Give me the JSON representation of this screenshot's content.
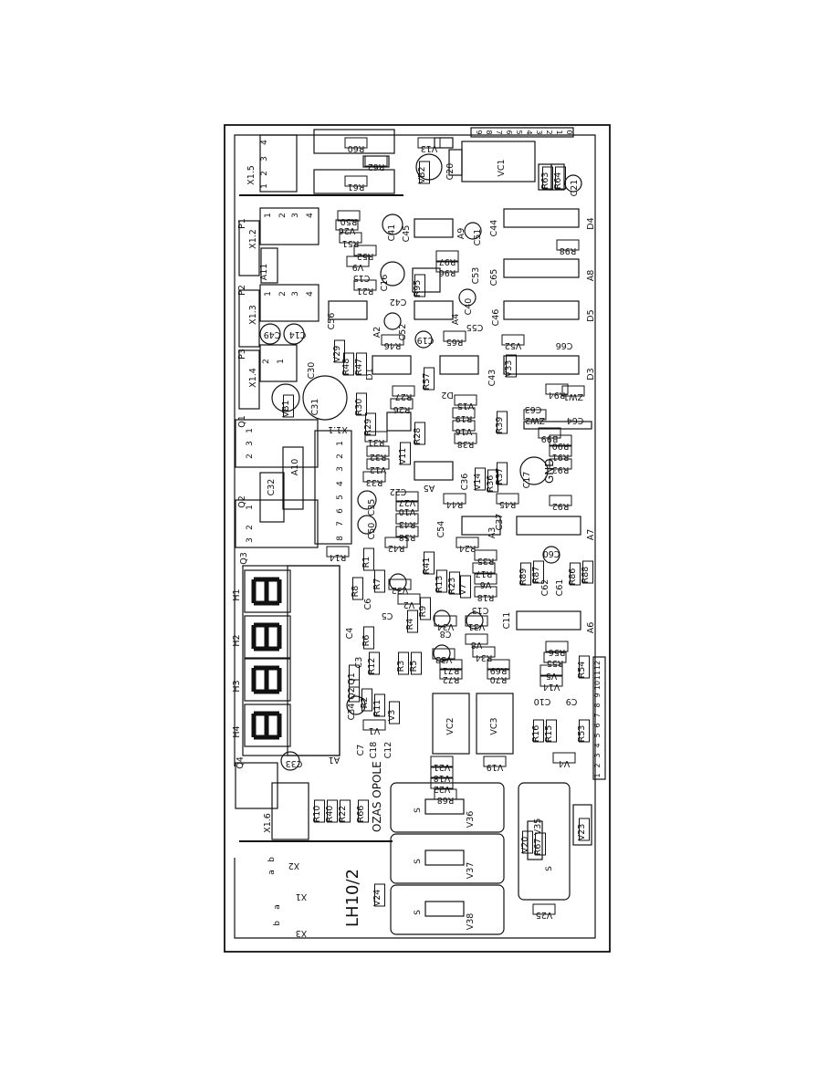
{
  "board": {
    "title": "LH10/2",
    "maker": "OZAS OPOLE",
    "gnd": "GND"
  },
  "connectors": {
    "x1_5": "X1.5",
    "x1_2": "X1.2",
    "x1_3": "X1.3",
    "x1_4": "X1.4",
    "x1_1": "X1.1",
    "x1_6": "X1.6",
    "x1": "X1",
    "x2": "X2",
    "x3": "X3",
    "pin_a": "a",
    "pin_b": "b",
    "n1": "1",
    "n2": "2",
    "n3": "3",
    "n4": "4",
    "n5": "5",
    "n6": "6",
    "n7": "7",
    "n8": "8",
    "top_strip": [
      "9",
      "8",
      "7",
      "6",
      "5",
      "4",
      "3",
      "2",
      "1",
      "0"
    ],
    "bottom_strip": [
      "1",
      "2",
      "3",
      "4",
      "5",
      "6",
      "7",
      "8",
      "9",
      "10",
      "11",
      "12"
    ]
  },
  "displays": {
    "h1": "H1",
    "h2": "H2",
    "h3": "H3",
    "h4": "H4",
    "a1": "A1"
  },
  "modules": {
    "vc1": "VC1",
    "vc2": "VC2",
    "vc3": "VC3",
    "a10": "A10",
    "a11": "A11"
  },
  "transistors": {
    "q1": "Q1",
    "q2": "Q2",
    "q3": "Q3",
    "q4": "Q4",
    "p1": "P1",
    "p2": "P2",
    "p3": "P3"
  },
  "ics": {
    "d1": "D1",
    "d2": "D2",
    "d3": "D3",
    "d4": "D4",
    "d5": "D5",
    "a2": "A2",
    "a3": "A3",
    "a4": "A4",
    "a5": "A5",
    "a6": "A6",
    "a7": "A7",
    "a8": "A8",
    "a9": "A9"
  },
  "triacs": {
    "v36": "V36",
    "v37": "V37",
    "v38": "V38",
    "v35": "V35",
    "s": "S"
  },
  "resistors": {
    "r60": "R60",
    "r61": "R61",
    "r62": "R62",
    "r63": "R63",
    "r64": "R64",
    "r50": "R50",
    "r51": "R51",
    "r52": "R52",
    "r21": "R21",
    "r97": "R97",
    "r96": "R96",
    "r95": "R95",
    "r98": "R98",
    "r46": "R46",
    "r65": "R65",
    "r48": "R48",
    "r47": "R47",
    "r57": "R57",
    "r27": "R27",
    "r26": "R26",
    "r94": "R94",
    "r30": "R30",
    "r29": "R29",
    "r28": "R28",
    "r19": "R19",
    "r39": "R39",
    "r38": "R38",
    "r31": "R31",
    "r32": "R32",
    "r33": "R33",
    "r37": "R37",
    "r36": "R36",
    "r90": "R90",
    "r91": "R91",
    "r93": "R93",
    "r44": "R44",
    "r45": "R45",
    "r92": "R92",
    "r43": "R43",
    "r58": "R58",
    "r42": "R42",
    "r14": "R14",
    "r24": "R24",
    "r35": "R35",
    "r1": "R1",
    "r7": "R7",
    "r8": "R8",
    "r41": "R41",
    "r13": "R13",
    "r23": "R23",
    "r17": "R17",
    "r18": "R18",
    "r89": "R89",
    "r87": "R87",
    "r86": "R86",
    "r88": "R88",
    "r9": "R9",
    "r4": "R4",
    "r6": "R6",
    "r12": "R12",
    "r3": "R3",
    "r5": "R5",
    "r34": "R34",
    "r56": "R56",
    "r55": "R55",
    "r54": "R54",
    "r72": "R72",
    "r71": "R71",
    "r70": "R70",
    "r69": "R69",
    "r2": "R2",
    "r11": "R11",
    "r16": "R16",
    "r15": "R15",
    "r53": "R53",
    "r68": "R68",
    "r10": "R10",
    "r40": "R40",
    "r22": "R22",
    "r66": "R66",
    "r67": "R67"
  },
  "capacitors": {
    "c20": "C20",
    "c21": "C21",
    "c41": "C41",
    "c45": "C45",
    "c44": "C44",
    "c51": "C51",
    "c15": "C15",
    "c16": "C16",
    "c42": "C42",
    "c53": "C53",
    "c65": "C65",
    "c56": "C56",
    "c49": "C49",
    "c14": "C14",
    "c52": "C52",
    "c40": "C40",
    "c46": "C46",
    "c55": "C55",
    "c19": "C19",
    "c66": "C66",
    "c30": "C30",
    "c31": "C31",
    "c43": "C43",
    "c63": "C63",
    "c64": "C64",
    "c36": "C36",
    "c17": "C17",
    "c32": "C32",
    "c22": "C22",
    "c35": "C35",
    "c54": "C54",
    "c37": "C37",
    "c50": "C50",
    "c60": "C60",
    "c62": "C62",
    "c61": "C61",
    "c6": "C6",
    "c5": "C5",
    "c13": "C13",
    "c11": "C11",
    "c8": "C8",
    "c4": "C4",
    "c3": "C3",
    "c10": "C10",
    "c9": "C9",
    "c34": "C34",
    "c7": "C7",
    "c18": "C18",
    "c12": "C12",
    "c33": "C33"
  },
  "semis": {
    "v13": "V13",
    "vb2": "VB2",
    "v26": "V26",
    "v9": "V9",
    "v52": "V52",
    "v33": "V33",
    "v29": "V29",
    "vb1": "VB1",
    "zw1": "ZW1",
    "zw2": "ZW2",
    "b99": "B99",
    "v15": "V15",
    "v16": "V16",
    "v11": "V11",
    "v12": "V12",
    "v14": "V14",
    "v10": "V10",
    "v27": "V27",
    "v2": "V2",
    "v6": "V6",
    "v7": "V7",
    "v32": "V32",
    "v34": "V34",
    "v31": "V31",
    "v8": "V8",
    "v3": "V3",
    "v1": "V1",
    "v5": "V5",
    "v4": "V4",
    "v21": "V21",
    "v18": "V18",
    "v22": "V22",
    "v19": "V19",
    "v20": "V20",
    "v23": "V23",
    "v24": "V24",
    "v25": "V25",
    "q1s": "Q1",
    "q2s": "Q2"
  }
}
